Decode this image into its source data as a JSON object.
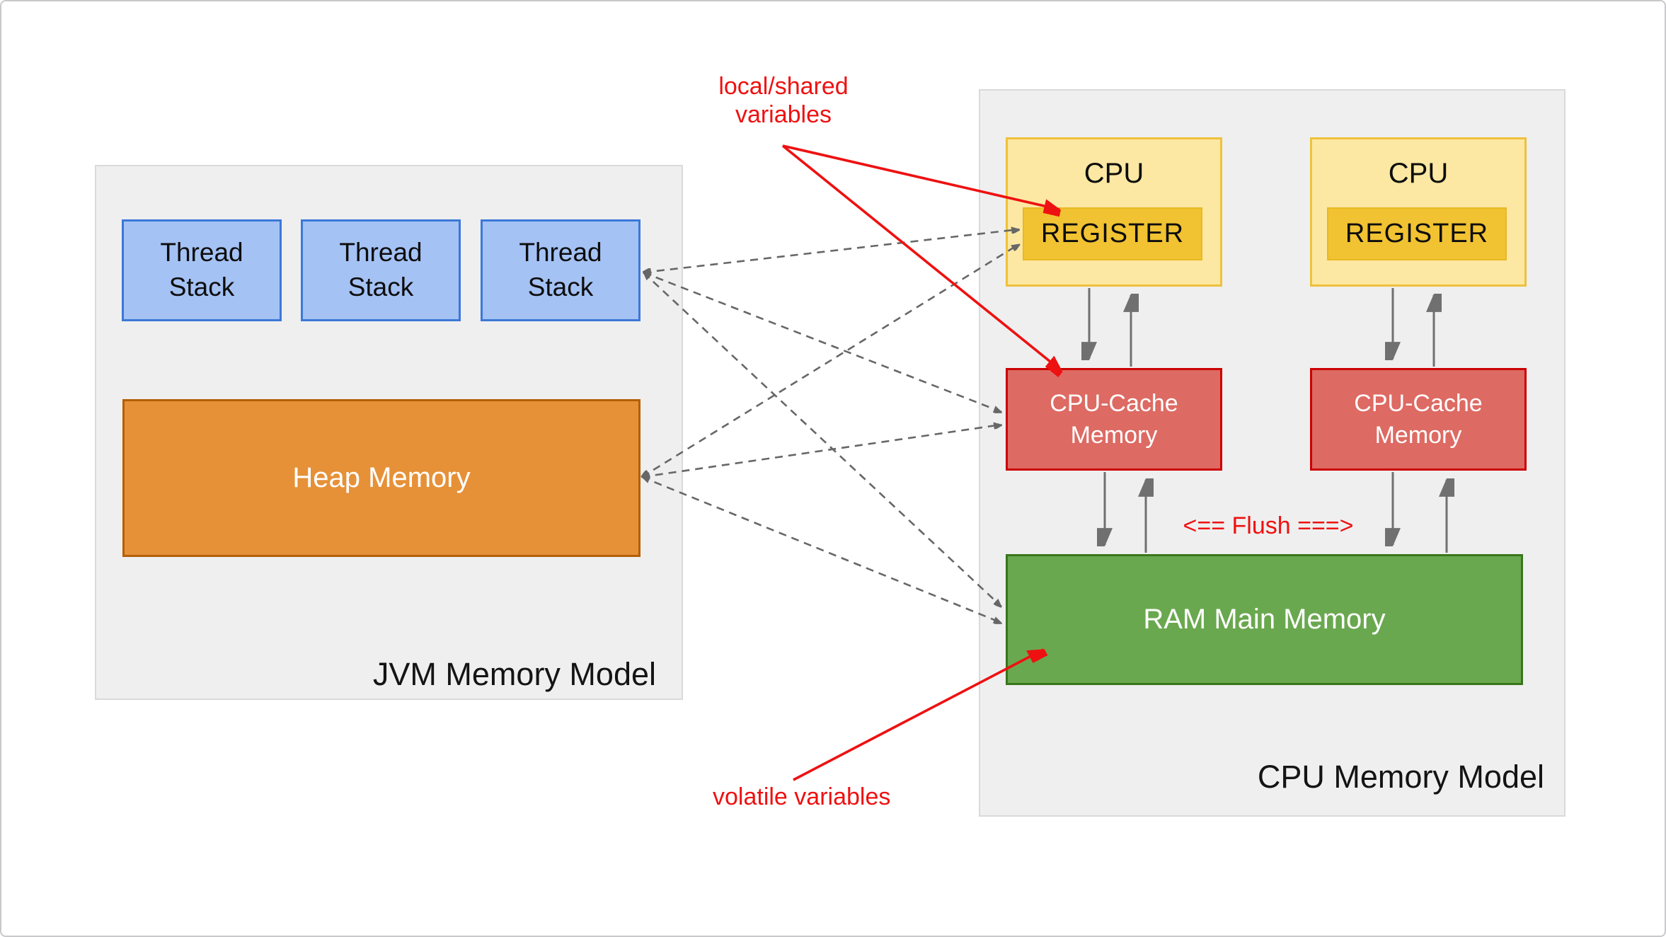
{
  "jvm": {
    "title": "JVM Memory Model",
    "thread_stacks": [
      "Thread\nStack",
      "Thread\nStack",
      "Thread\nStack"
    ],
    "heap_label": "Heap Memory"
  },
  "cpu_model": {
    "title": "CPU Memory Model",
    "cpus": [
      {
        "label": "CPU",
        "register_label": "REGISTER"
      },
      {
        "label": "CPU",
        "register_label": "REGISTER"
      }
    ],
    "caches": [
      "CPU-Cache\nMemory",
      "CPU-Cache\nMemory"
    ],
    "ram_label": "RAM Main Memory",
    "flush_label": "<== Flush ===>"
  },
  "annotations": {
    "local_shared": "local/shared\nvariables",
    "volatile": "volatile variables"
  },
  "colors": {
    "thread_stack_fill": "#a4c2f4",
    "thread_stack_border": "#3c78d8",
    "heap_fill": "#e69138",
    "heap_border": "#b45f06",
    "cpu_fill": "#fce8a3",
    "cpu_border": "#efc13b",
    "register_fill": "#f1c232",
    "cache_fill": "#dd6a63",
    "cache_border": "#cc0000",
    "ram_fill": "#6aa84f",
    "ram_border": "#38761d",
    "container_fill": "#efefef",
    "container_border": "#dadada",
    "annotation_red": "#ee1111",
    "connector_gray": "#676767"
  }
}
